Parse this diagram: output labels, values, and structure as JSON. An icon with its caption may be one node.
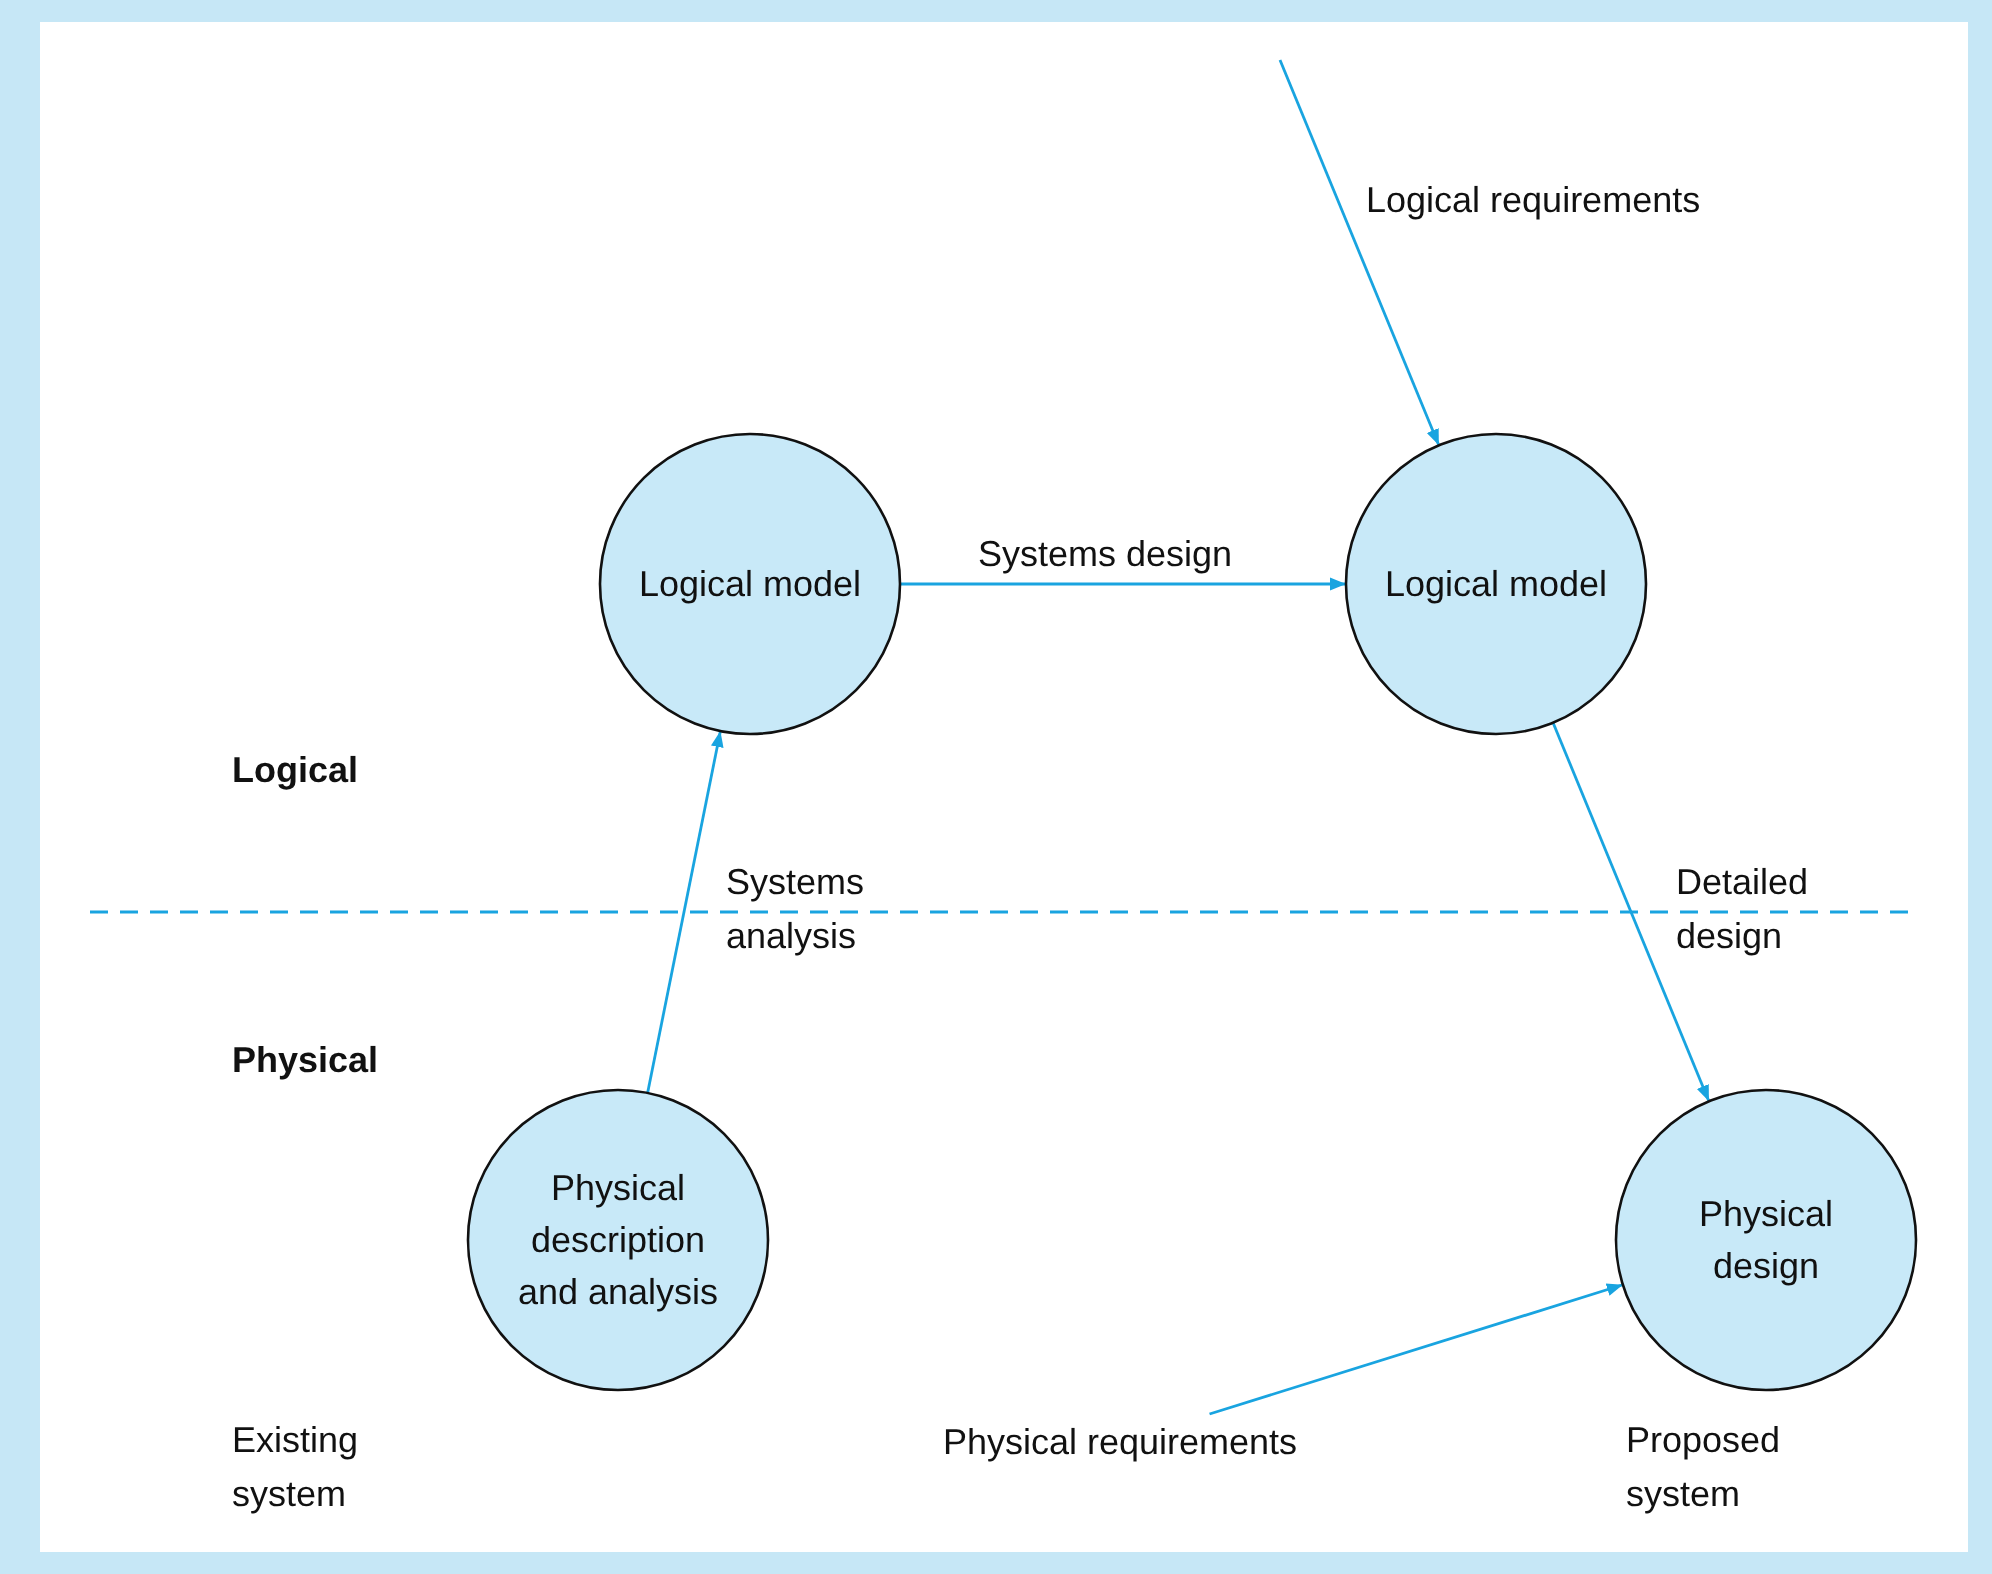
{
  "diagram": {
    "nodes": [
      {
        "text": [
          "Logical model"
        ]
      },
      {
        "text": [
          "Logical model"
        ]
      },
      {
        "text": [
          "Physical description and analysis"
        ]
      },
      {
        "text": [
          "Physical design"
        ]
      },
      {
        "text": [
          "Physical requirements"
        ]
      }
    ],
    "edges": [
      {
        "from": 2,
        "to": 0,
        "arrow": "to",
        "label": "Systems analysis"
      },
      {
        "from": 0,
        "to": 1,
        "arrow": "to",
        "label": "Systems design"
      },
      {
        "from": 1,
        "to": 3,
        "arrow": "to",
        "label": "Detailed design"
      },
      {
        "from": null,
        "to": 1,
        "arrow": "to",
        "label": "Logical requirements"
      },
      {
        "from": 4,
        "to": 3,
        "arrow": "to"
      }
    ],
    "labels": [
      "Logical",
      "Physical",
      "Existing system",
      "Proposed system"
    ]
  }
}
